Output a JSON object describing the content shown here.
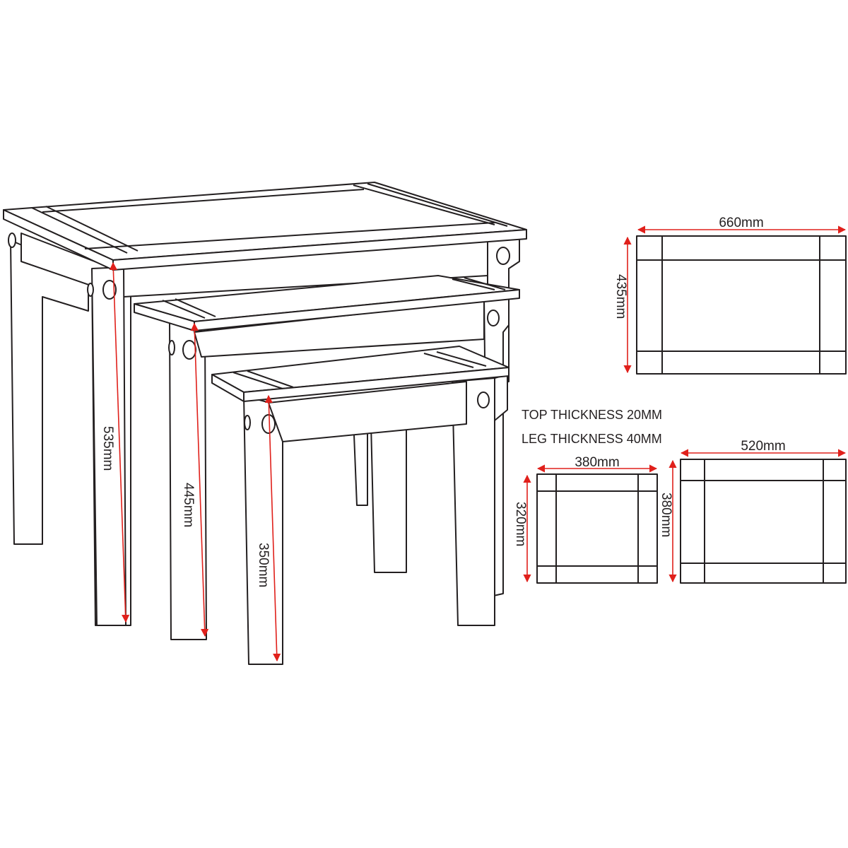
{
  "colors": {
    "line": "#231f20",
    "dimension": "#e0201b"
  },
  "notes": {
    "top_thickness": "TOP THICKNESS 20MM",
    "leg_thickness": "LEG THICKNESS 40MM"
  },
  "heights": {
    "large": "535mm",
    "medium": "445mm",
    "small": "350mm"
  },
  "plans": {
    "large": {
      "width": "660mm",
      "depth": "435mm"
    },
    "small": {
      "width": "380mm",
      "depth": "320mm"
    },
    "medium": {
      "width": "520mm",
      "depth": "380mm"
    }
  }
}
